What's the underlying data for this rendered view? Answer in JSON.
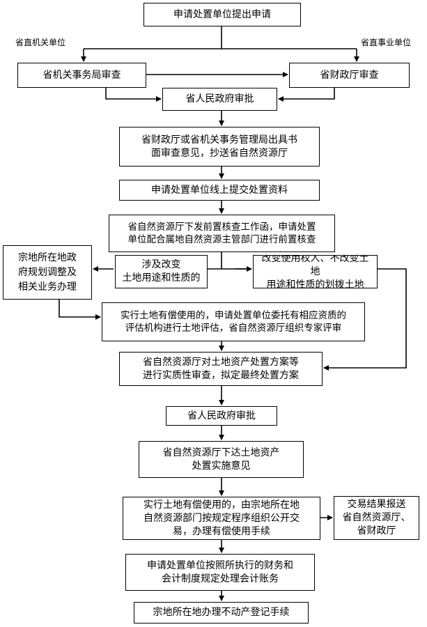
{
  "boxes": {
    "apply": "申请处置单位提出申请",
    "admin_review": "省机关事务局审查",
    "finance_review": "省财政厅审查",
    "gov_approval_1": "省人民政府审批",
    "review_opinion": "省财政厅或省机关事务管理局出具书\n面审查意见，抄送省自然资源厅",
    "submit_online": "申请处置单位线上提交处置资料",
    "pre_check": "省自然资源厅下发前置核查工作函，申请处置\n单位配合属地自然资源主管部门进行前置核查",
    "local_gov": "宗地所在地政\n府规划调整及\n相关业务办理",
    "change_use": "涉及改变\n土地用途和性质的",
    "no_change": "改变使用权人、不改变土地\n用途和性质的划拨土地",
    "paid_evaluation": "实行土地有偿使用的，申请处置单位委托有相应资质的\n评估机构进行土地评估，省自然资源厅组织专家评审",
    "substantive_review": "省自然资源厅对土地资产处置方案等\n进行实质性审查，拟定最终处置方案",
    "gov_approval_2": "省人民政府审批",
    "implementation": "省自然资源厅下达土地资产\n处置实施意见",
    "public_transaction": "实行土地有偿使用的，由宗地所在地\n自然资源部门按规定程序组织公开交\n易，办理有偿使用手续",
    "report_result": "交易结果报送\n省自然资源厅、\n省财政厅",
    "accounting": "申请处置单位按照所执行的财务和\n会计制度规定处理会计账务",
    "registration": "宗地所在地办理不动产登记手续"
  },
  "labels": {
    "direct_agency": "省直机关单位",
    "direct_enterprise": "省直事业单位"
  }
}
